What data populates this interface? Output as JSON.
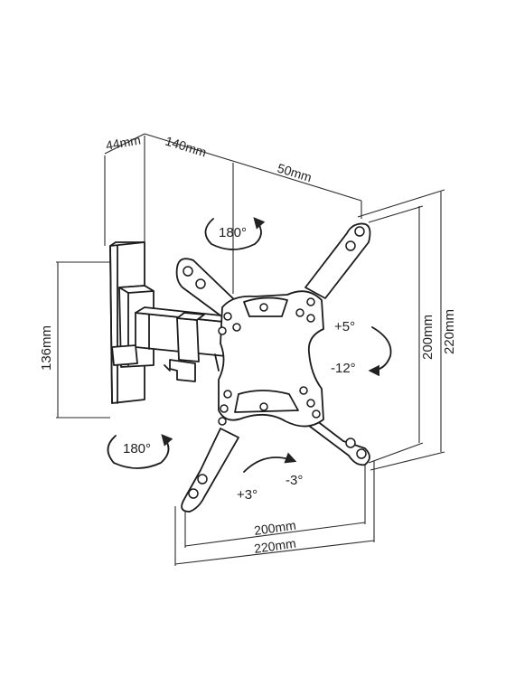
{
  "dimensions": {
    "depth_min": "44mm",
    "depth_arm": "140mm",
    "arm_extension": "50mm",
    "wall_plate_height": "136mm",
    "vesa_vertical_inner": "200mm",
    "vesa_vertical_outer": "220mm",
    "vesa_horizontal_inner": "200mm",
    "vesa_horizontal_outer": "220mm"
  },
  "rotations": {
    "swivel_top": "180°",
    "swivel_bottom": "180°",
    "tilt_up": "+5°",
    "tilt_down": "-12°",
    "level_plus": "+3°",
    "level_minus": "-3°"
  }
}
